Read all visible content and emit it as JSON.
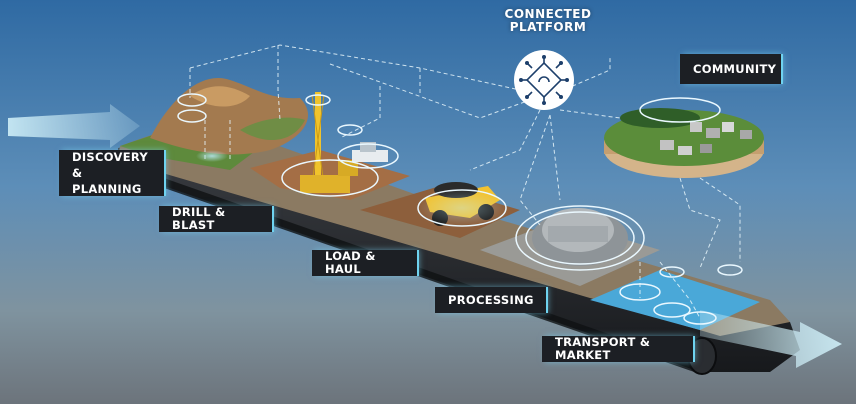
{
  "platform": {
    "title": "CONNECTED\nPLATFORM",
    "icon": "connected-network-icon"
  },
  "community": {
    "label": "COMMUNITY"
  },
  "stages": [
    {
      "id": "discovery",
      "label": "DISCOVERY\n& PLANNING"
    },
    {
      "id": "drill",
      "label": "DRILL & BLAST"
    },
    {
      "id": "load",
      "label": "LOAD & HAUL"
    },
    {
      "id": "processing",
      "label": "PROCESSING"
    },
    {
      "id": "transport",
      "label": "TRANSPORT & MARKET"
    }
  ],
  "colors": {
    "sky_top": "#3c74a8",
    "sky_bottom": "#8fa9bd",
    "ground": "#6f7a82",
    "label_bg": "#1c1f24",
    "accent": "#6fd3f0",
    "truck": "#f2c230",
    "water": "#4aa8d8",
    "terrain": "#9a7a56"
  }
}
